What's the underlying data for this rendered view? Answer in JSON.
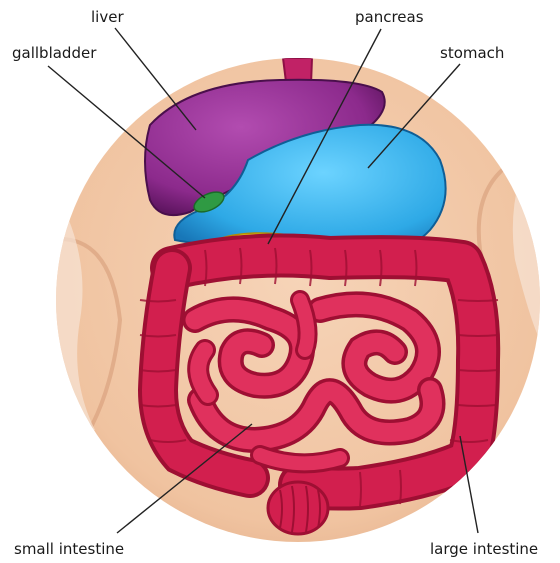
{
  "labels": {
    "liver": "liver",
    "gallbladder": "gallbladder",
    "pancreas": "pancreas",
    "stomach": "stomach",
    "small_intestine": "small intestine",
    "large_intestine": "large intestine"
  },
  "colors": {
    "background": "#ffffff",
    "skin": "#f2c9a8",
    "skin_shadow": "#e7b08c",
    "liver": "#8c2a8c",
    "gallbladder": "#2f9a43",
    "stomach": "#2ea9e6",
    "pancreas": "#e8c41a",
    "intestine": "#d21f4e",
    "intestine_dark": "#9e0f33",
    "esophagus": "#c12266",
    "leader_line": "#222222"
  }
}
